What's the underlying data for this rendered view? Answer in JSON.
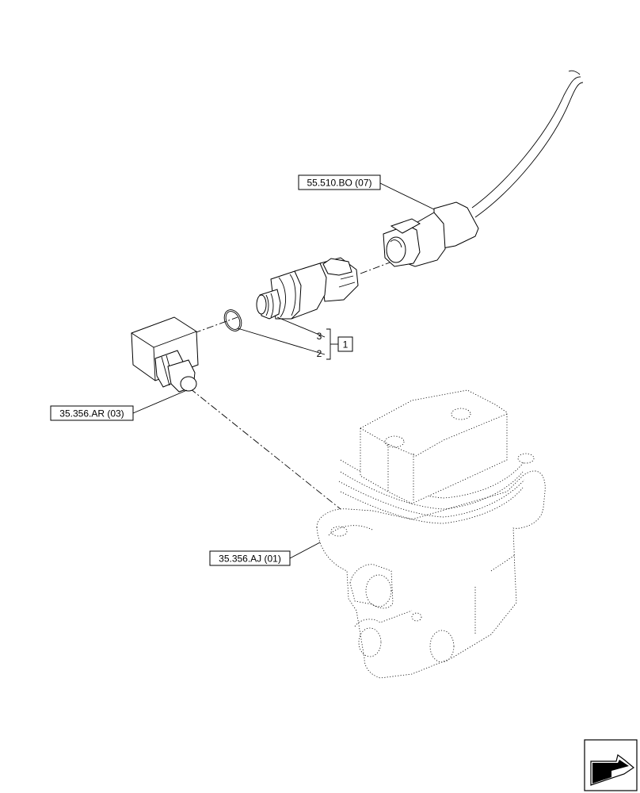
{
  "references": {
    "harness": "55.510.BO (07)",
    "adapter": "35.356.AR (03)",
    "valve": "35.356.AJ (01)"
  },
  "callouts": {
    "item_3": "3",
    "item_2": "2",
    "group": "1"
  },
  "nav": {
    "icon": "arrow-navigation-icon"
  }
}
